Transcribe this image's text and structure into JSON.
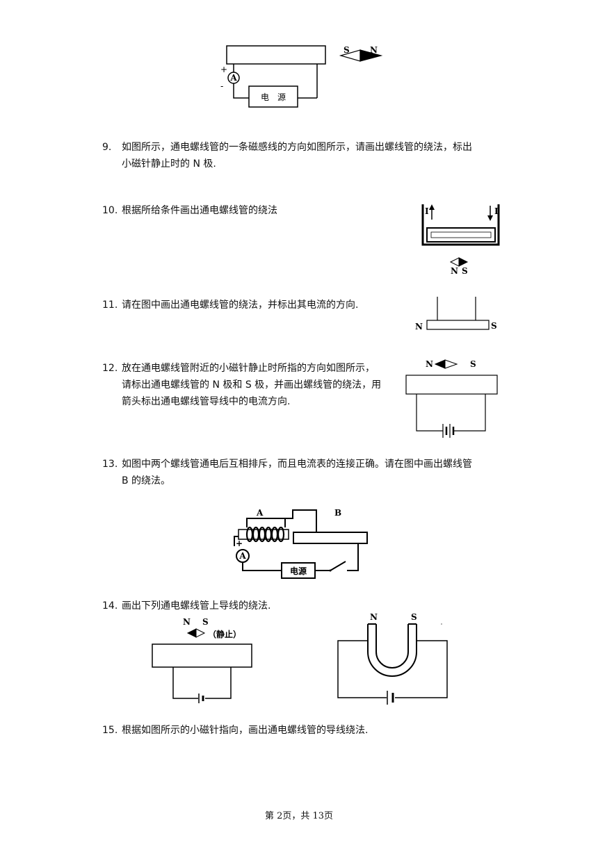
{
  "fig8": {
    "plus": "+",
    "minus": "-",
    "ammeter": "A",
    "power": "电　源",
    "s": "S",
    "n": "N"
  },
  "q9": {
    "num": "9.",
    "line1": "如图所示，通电螺线管的一条磁感线的方向如图所示，请画出螺线管的绕法，标出",
    "line2": "小磁针静止时的 N 极."
  },
  "q10": {
    "num": "10.",
    "line1": "根据所给条件画出通电螺线管的绕法",
    "current_left": "I",
    "current_right": "I",
    "n": "N",
    "s": "S"
  },
  "q11": {
    "num": "11.",
    "line1": "请在图中画出通电螺线管的绕法，并标出其电流的方向.",
    "n": "N",
    "s": "S"
  },
  "q12": {
    "num": "12.",
    "line1": "放在通电螺线管附近的小磁针静止时所指的方向如图所示，",
    "line2": "请标出通电螺线管的 N 极和 S 极，并画出螺线管的绕法，用",
    "line3": "箭头标出通电螺线管导线中的电流方向.",
    "n": "N",
    "s": "S"
  },
  "q13": {
    "num": "13.",
    "line1": "如图中两个螺线管通电后互相排斥，而且电流表的连接正确。请在图中画出螺线管",
    "line2": "B 的绕法。",
    "a": "A",
    "b": "B",
    "plus": "+",
    "ammeter": "A",
    "power": "电源"
  },
  "q14": {
    "num": "14.",
    "line1": "画出下列通电螺线管上导线的绕法.",
    "n": "N",
    "s": "S",
    "still": "（静止）",
    "n2": "N",
    "s2": "S"
  },
  "q15": {
    "num": "15.",
    "line1": "根据如图所示的小磁针指向，画出通电螺线管的导线绕法."
  },
  "footer": "第 2页，共 13页"
}
